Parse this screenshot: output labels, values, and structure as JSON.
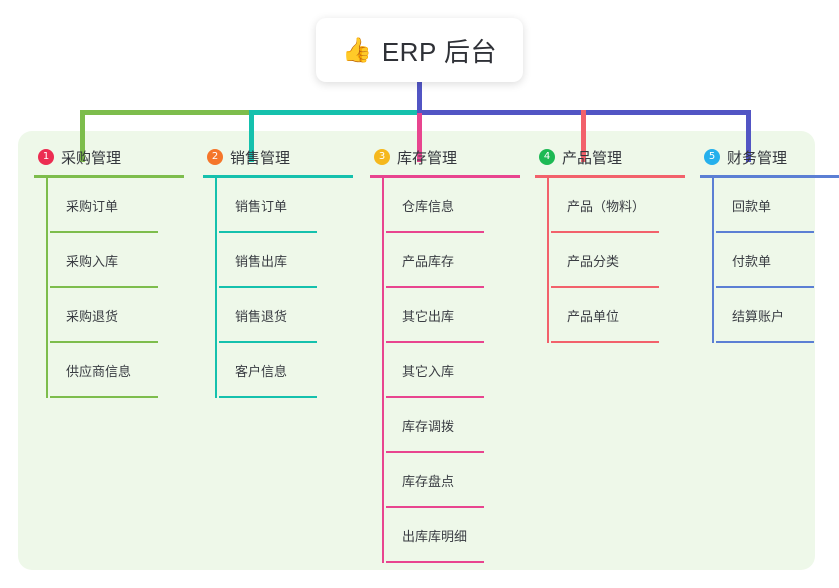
{
  "diagram": {
    "type": "tree",
    "root": {
      "icon": "thumbs-up-emoji",
      "icon_glyph": "👍",
      "label": "ERP 后台"
    },
    "panel_color": "#eef8e9",
    "trunk_color": "#5255c4",
    "columns": [
      {
        "index": "1",
        "badge_text": "1",
        "badge_color": "#ec2d52",
        "line_color": "#7dbd4c",
        "title": "采购管理",
        "items": [
          {
            "label": "采购订单"
          },
          {
            "label": "采购入库"
          },
          {
            "label": "采购退货"
          },
          {
            "label": "供应商信息"
          }
        ]
      },
      {
        "index": "2",
        "badge_text": "2",
        "badge_color": "#f5762a",
        "line_color": "#15c1ad",
        "title": "销售管理",
        "items": [
          {
            "label": "销售订单"
          },
          {
            "label": "销售出库"
          },
          {
            "label": "销售退货"
          },
          {
            "label": "客户信息"
          }
        ]
      },
      {
        "index": "3",
        "badge_text": "3",
        "badge_color": "#f5b81d",
        "line_color": "#e8458f",
        "title": "库存管理",
        "items": [
          {
            "label": "仓库信息"
          },
          {
            "label": "产品库存"
          },
          {
            "label": "其它出库"
          },
          {
            "label": "其它入库"
          },
          {
            "label": "库存调拨"
          },
          {
            "label": "库存盘点"
          },
          {
            "label": "出库库明细"
          }
        ]
      },
      {
        "index": "4",
        "badge_text": "4",
        "badge_color": "#1db954",
        "line_color": "#f2616b",
        "title": "产品管理",
        "items": [
          {
            "label": "产品（物料）"
          },
          {
            "label": "产品分类"
          },
          {
            "label": "产品单位"
          }
        ]
      },
      {
        "index": "5",
        "badge_text": "5",
        "badge_color": "#25b0ec",
        "line_color": "#5b7fd4",
        "title": "财务管理",
        "items": [
          {
            "label": "回款单"
          },
          {
            "label": "付款单"
          },
          {
            "label": "结算账户"
          }
        ]
      }
    ]
  }
}
